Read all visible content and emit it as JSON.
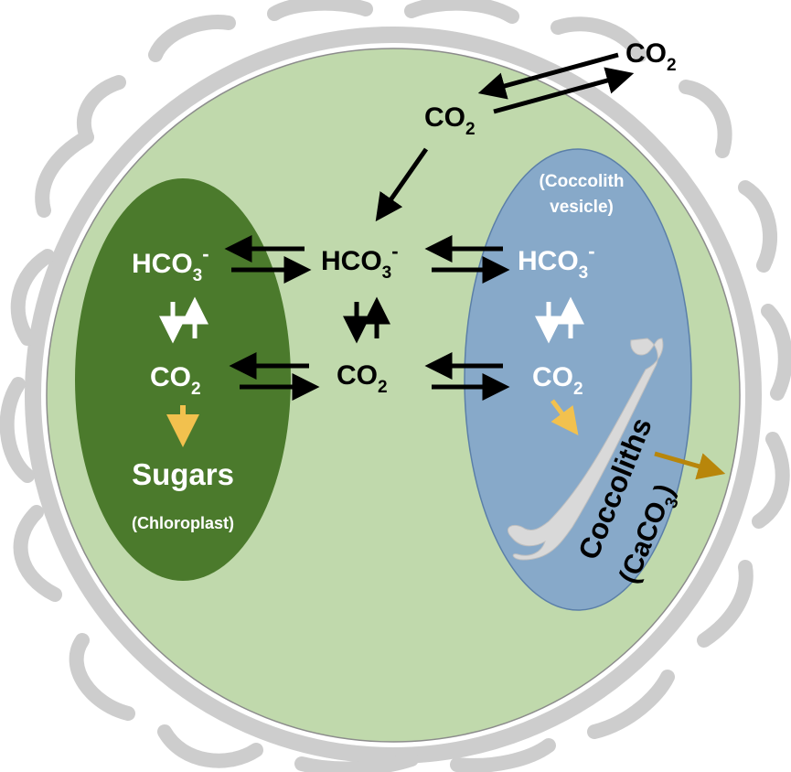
{
  "labels": {
    "outside": {
      "main": "CO",
      "sub": "2"
    },
    "cell_co2": {
      "main": "CO",
      "sub": "2"
    },
    "cyto_hco3": {
      "main": "HCO",
      "sub": "3",
      "sup": "-"
    },
    "cyto_co2": {
      "main": "CO",
      "sub": "2"
    },
    "chloro_hco3": {
      "main": "HCO",
      "sub": "3",
      "sup": "-"
    },
    "chloro_co2": {
      "main": "CO",
      "sub": "2"
    },
    "sugars": "Sugars",
    "chloroplast": "(Chloroplast)",
    "vesicle_line1": "(Coccolith",
    "vesicle_line2": "vesicle)",
    "vesicle_hco3": {
      "main": "HCO",
      "sub": "3",
      "sup": "-"
    },
    "vesicle_co2": {
      "main": "CO",
      "sub": "2"
    },
    "coccoliths": "Coccoliths",
    "caco3": {
      "open": "(CaCO",
      "sub": "3",
      "close": ")"
    }
  },
  "colors": {
    "cell": "#c0d9ac",
    "chloroplast": "#4b7a2c",
    "vesicle": "#87a9c9",
    "coccolith_shell": "#cdcdcd",
    "arrow_dark": "#000000",
    "arrow_light": "#ffffff",
    "arrow_yellow": "#f2c14e",
    "arrow_gold": "#b8860b"
  }
}
